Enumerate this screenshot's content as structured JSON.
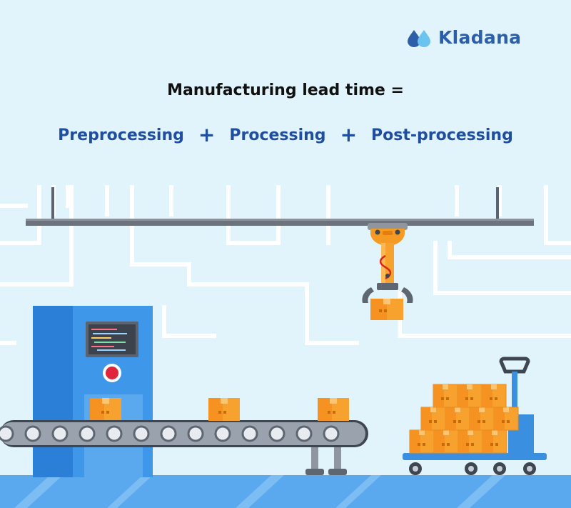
{
  "brand": {
    "name": "Kladana"
  },
  "headline": "Manufacturing lead time =",
  "formula": {
    "terms": [
      "Preprocessing",
      "Processing",
      "Post-processing"
    ],
    "operator": "+"
  },
  "colors": {
    "background": "#e1f3fb",
    "brand_blue": "#2d5fa8",
    "formula_blue": "#1f4ea1",
    "machine_blue": "#3a8fe0",
    "box_orange": "#f7a12f",
    "arm_orange": "#f59a23",
    "floor": "#5aa9ee"
  },
  "illustration": {
    "objects": [
      "overhead-rail",
      "robotic-arm",
      "manufacturing-machine",
      "conveyor-belt",
      "cardboard-boxes",
      "pallet-jack"
    ]
  }
}
